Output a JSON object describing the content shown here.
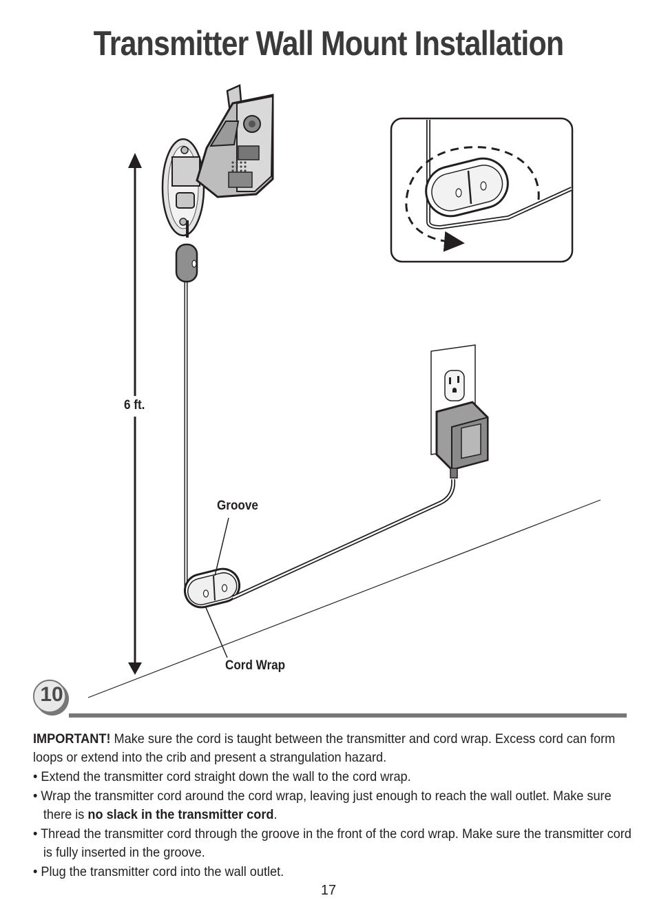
{
  "title": "Transmitter Wall Mount Installation",
  "labels": {
    "height": "6 ft.",
    "groove": "Groove",
    "cord_wrap": "Cord Wrap"
  },
  "step_number": "10",
  "body": {
    "important_label": "IMPORTANT!",
    "important_text": " Make sure the cord is taught between the transmitter and cord wrap. Excess cord can form loops or extend into the crib and present a strangulation hazard.",
    "bullets": [
      {
        "text": "Extend the transmitter cord straight down the wall to the cord wrap."
      },
      {
        "text": "Wrap the transmitter cord around the cord wrap, leaving just enough to reach the wall outlet. Make sure there is ",
        "bold": "no slack in the transmitter cord",
        "after": "."
      },
      {
        "text": "Thread the transmitter cord through the groove in the front of the cord wrap. Make sure the transmitter cord is fully inserted in the groove."
      },
      {
        "text": "Plug the transmitter cord into the wall outlet."
      }
    ],
    "bullet_char": "•"
  },
  "page_number": "17",
  "colors": {
    "title": "#3a3a3a",
    "rule": "#777777",
    "line": "#231f20"
  }
}
